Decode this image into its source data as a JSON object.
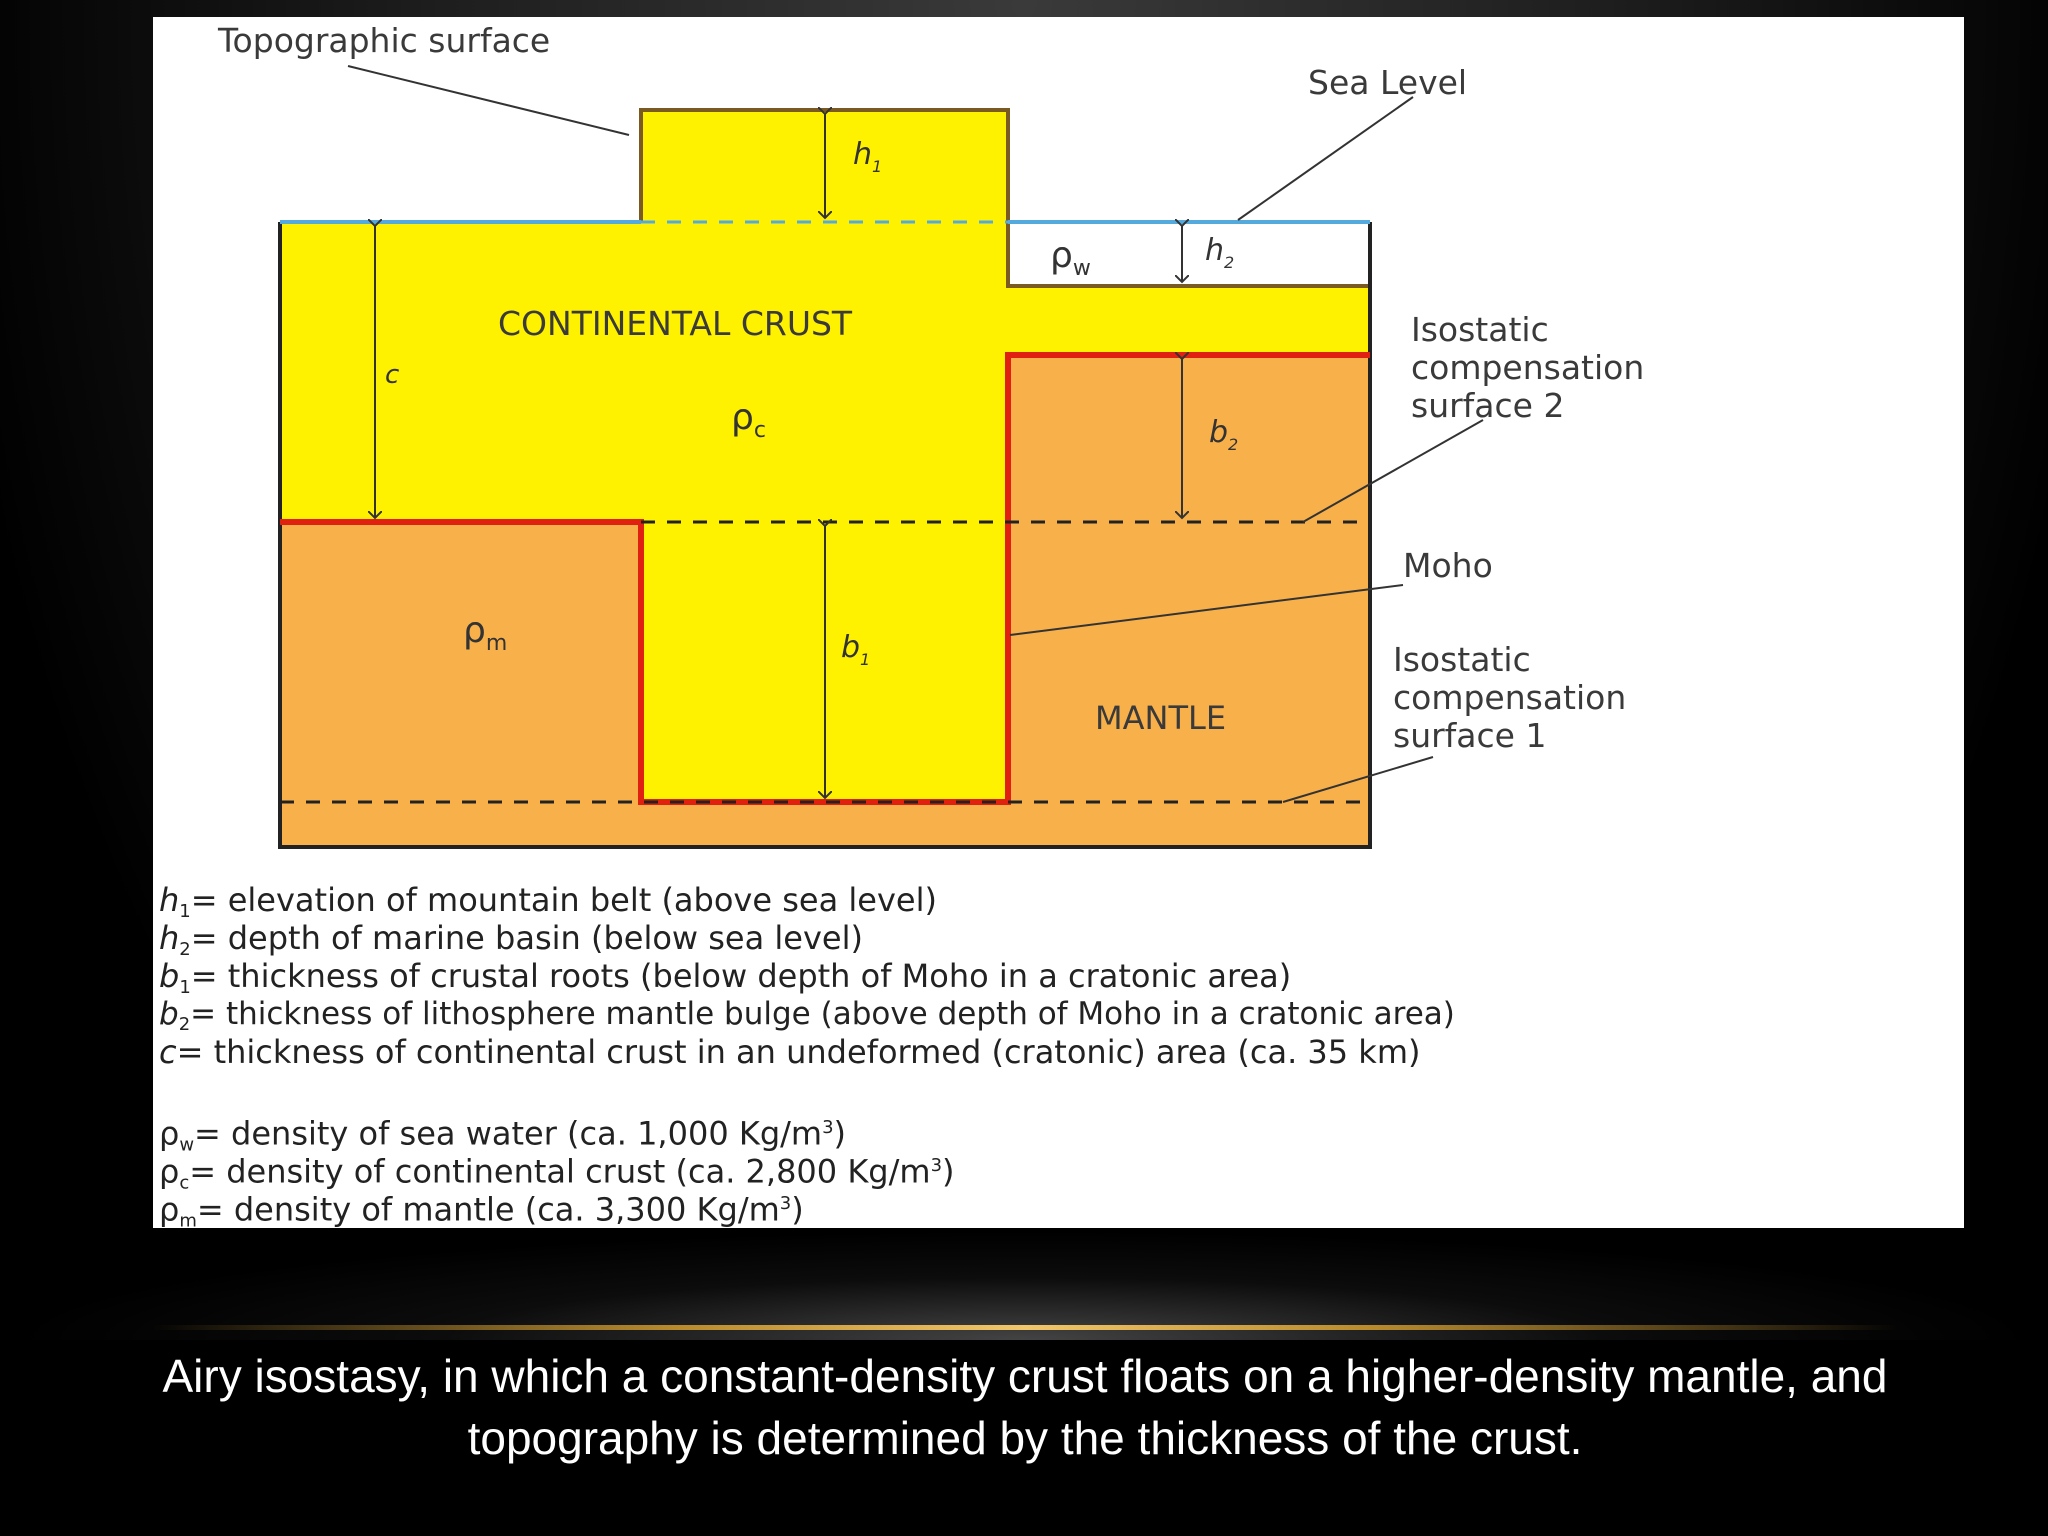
{
  "diagram": {
    "labels": {
      "topographic_surface": "Topographic surface",
      "sea_level": "Sea Level",
      "continental_crust": "CONTINENTAL CRUST",
      "mantle": "MANTLE",
      "isostatic_surface_2": [
        "Isostatic",
        "compensation",
        "surface 2"
      ],
      "moho": "Moho",
      "isostatic_surface_1": [
        "Isostatic",
        "compensation",
        "surface 1"
      ],
      "h1": "h",
      "h1_sub": "1",
      "h2": "h",
      "h2_sub": "2",
      "c": "c",
      "b1": "b",
      "b1_sub": "1",
      "b2": "b",
      "b2_sub": "2",
      "rho_w": "ρ",
      "rho_w_sub": "w",
      "rho_c": "ρ",
      "rho_c_sub": "c",
      "rho_m": "ρ",
      "rho_m_sub": "m"
    },
    "colors": {
      "crust": "#fff200",
      "mantle": "#f8b04a",
      "moho_line": "#e02010",
      "sea_level_line": "#55aadd",
      "outline": "#222222"
    }
  },
  "legend": [
    {
      "sym": "h",
      "sub": "1",
      "text": "= elevation of mountain belt (above sea level)"
    },
    {
      "sym": "h",
      "sub": "2",
      "text": "= depth of marine basin (below sea level)"
    },
    {
      "sym": "b",
      "sub": "1",
      "text": "= thickness of crustal roots (below depth of Moho in a cratonic area)"
    },
    {
      "sym": "b",
      "sub": "2",
      "text": "= thickness of lithosphere mantle bulge (above depth of Moho in a cratonic area)"
    },
    {
      "sym": "c",
      "sub": "",
      "text": "= thickness of continental crust in an undeformed (cratonic) area (ca. 35 km)"
    }
  ],
  "densities": [
    {
      "sym": "ρ",
      "sub": "w",
      "text": "= density of sea water (ca. 1,000 Kg/m",
      "sup": "3",
      "close": ")"
    },
    {
      "sym": "ρ",
      "sub": "c",
      "text": "= density of continental crust (ca. 2,800 Kg/m",
      "sup": "3",
      "close": ")"
    },
    {
      "sym": "ρ",
      "sub": "m",
      "text": "= density of mantle (ca. 3,300 Kg/m",
      "sup": "3",
      "close": ")"
    }
  ],
  "caption": "Airy isostasy, in which a constant-density crust floats on a higher-density mantle, and topography is determined by the thickness of the crust."
}
